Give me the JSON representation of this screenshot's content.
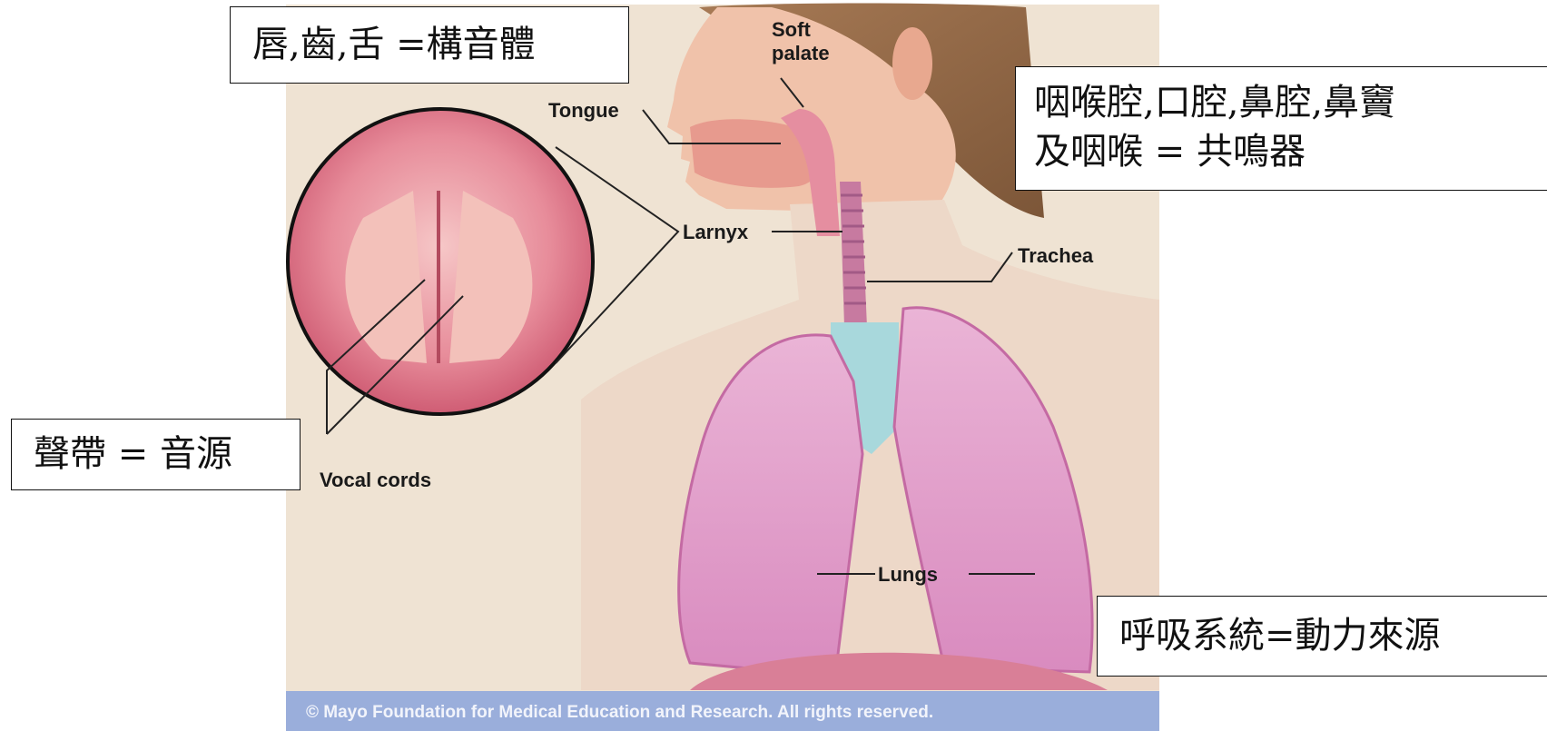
{
  "illustration": {
    "labels": {
      "soft_palate": "Soft\npalate",
      "tongue": "Tongue",
      "larynx": "Larnyx",
      "trachea": "Trachea",
      "vocal_cords": "Vocal cords",
      "lungs": "Lungs"
    },
    "copyright": "© Mayo Foundation for Medical Education and Research.  All rights reserved."
  },
  "callouts": {
    "articulators": "唇,齒,舌 =構音體",
    "resonators": "咽喉腔,口腔,鼻腔,鼻竇\n及咽喉 = 共鳴器",
    "sound_source": "聲帶 = 音源",
    "power_source": "呼吸系統=動力來源"
  },
  "colors": {
    "background_beige": "#efe3d3",
    "tissue_pink": "#e88fa5",
    "lung_pink": "#e59bc9",
    "trachea_teal": "#a8d8dc",
    "footer_blue": "#9aaedb"
  }
}
